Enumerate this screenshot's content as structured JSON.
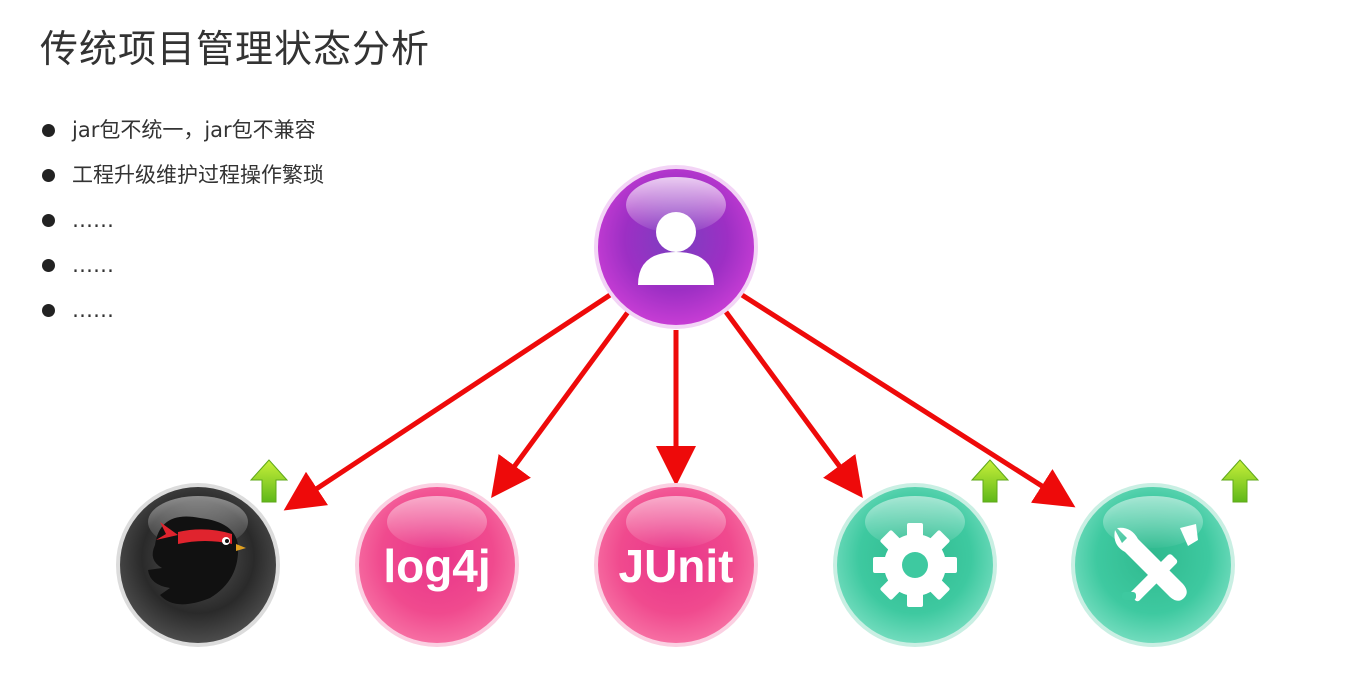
{
  "title": "传统项目管理状态分析",
  "bullets": [
    "jar包不统一，jar包不兼容",
    "工程升级维护过程操作繁琐",
    "……",
    "……",
    "……"
  ],
  "colors": {
    "arrow": "#ee0a0a",
    "user_node": "#b533c8",
    "dark_node": "#3a3a3a",
    "pink_node": "#f2438a",
    "teal_node": "#3ec9a0",
    "upgrade_arrow": "#8bd41f"
  },
  "diagram": {
    "root": {
      "icon": "user-icon"
    },
    "nodes": [
      {
        "id": "bird",
        "icon": "ninja-bird-icon",
        "upgrade": true
      },
      {
        "id": "log4j",
        "label": "log4j",
        "upgrade": false
      },
      {
        "id": "junit",
        "label": "JUnit",
        "upgrade": false
      },
      {
        "id": "gear",
        "icon": "gear-icon",
        "upgrade": true
      },
      {
        "id": "tools",
        "icon": "tools-icon",
        "upgrade": true
      }
    ]
  }
}
